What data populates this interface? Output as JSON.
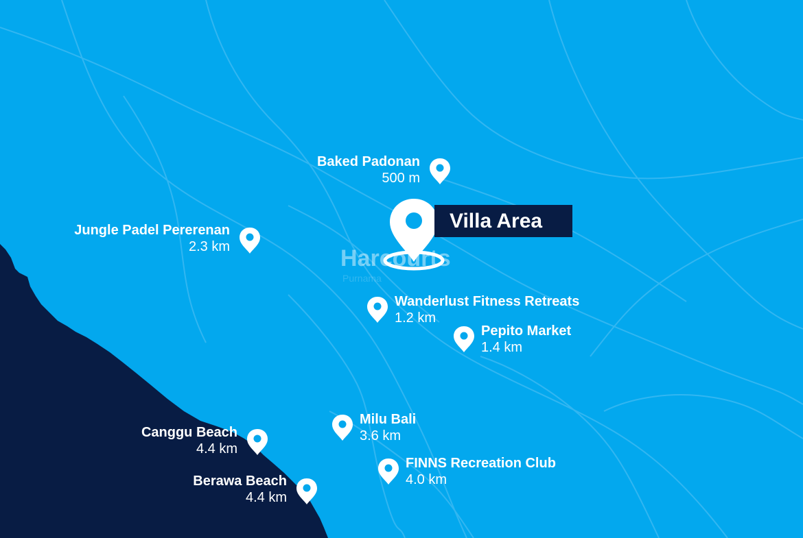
{
  "colors": {
    "sea_blue": "#03A8EE",
    "land_dark": "#081C44",
    "road_line": "#38B8F2",
    "label_white": "#FFFFFF",
    "villa_label_bg": "#081C44"
  },
  "villa": {
    "label": "Villa Area",
    "icon": "large-location-pin-icon"
  },
  "watermark": {
    "brand": "Harcourts",
    "sub": "Purnama"
  },
  "pois": [
    {
      "id": "baked-padonan",
      "name": "Baked Padonan",
      "distance": "500 m",
      "icon": "location-pin-icon"
    },
    {
      "id": "jungle-padel-pererenan",
      "name": "Jungle Padel Pererenan",
      "distance": "2.3 km",
      "icon": "location-pin-icon"
    },
    {
      "id": "wanderlust-fitness-retreats",
      "name": "Wanderlust Fitness Retreats",
      "distance": "1.2 km",
      "icon": "location-pin-icon"
    },
    {
      "id": "pepito-market",
      "name": "Pepito Market",
      "distance": "1.4 km",
      "icon": "location-pin-icon"
    },
    {
      "id": "milu-bali",
      "name": "Milu Bali",
      "distance": "3.6 km",
      "icon": "location-pin-icon"
    },
    {
      "id": "canggu-beach",
      "name": "Canggu Beach",
      "distance": "4.4 km",
      "icon": "location-pin-icon"
    },
    {
      "id": "finns-recreation-club",
      "name": "FINNS Recreation Club",
      "distance": "4.0 km",
      "icon": "location-pin-icon"
    },
    {
      "id": "berawa-beach",
      "name": "Berawa Beach",
      "distance": "4.4 km",
      "icon": "location-pin-icon"
    }
  ]
}
